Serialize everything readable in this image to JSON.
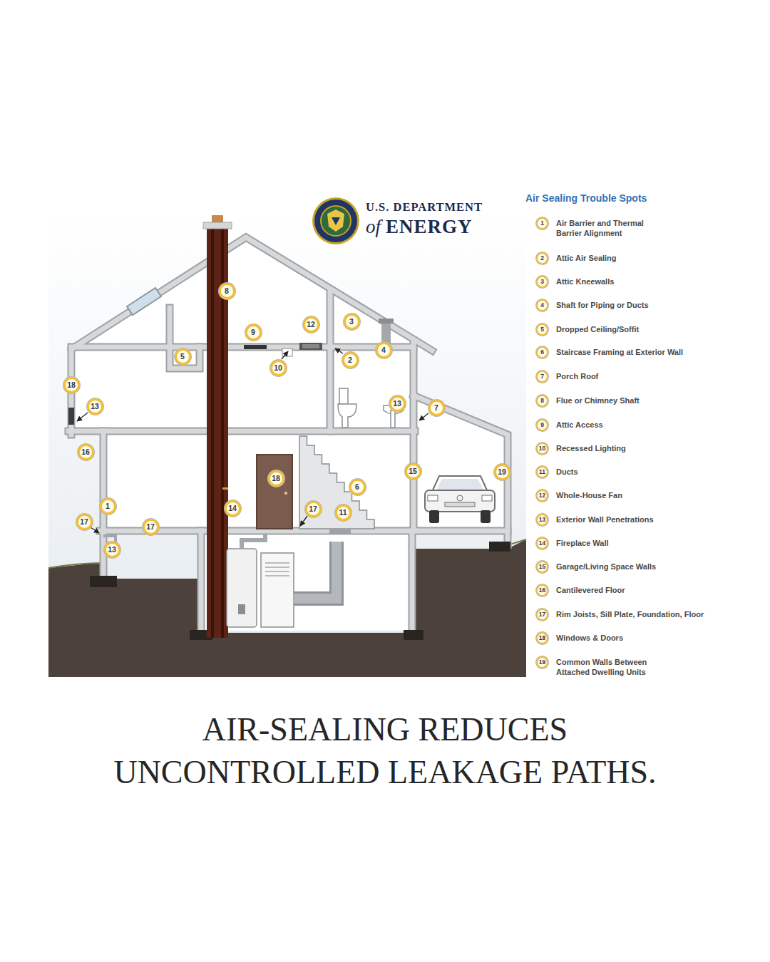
{
  "diagram": {
    "title": "Air Sealing Trouble Spots",
    "caption": "AIR-SEALING REDUCES UNCONTROLLED LEAKAGE PATHS.",
    "nodes": [
      {
        "text": [
          "8"
        ]
      },
      {
        "text": [
          "12"
        ]
      },
      {
        "text": [
          "3"
        ]
      },
      {
        "text": [
          "9"
        ]
      },
      {
        "text": [
          "4"
        ]
      },
      {
        "text": [
          "5"
        ]
      },
      {
        "text": [
          "2"
        ]
      },
      {
        "text": [
          "10"
        ]
      },
      {
        "text": [
          "18"
        ]
      },
      {
        "text": [
          "13"
        ]
      },
      {
        "text": [
          "13"
        ]
      },
      {
        "text": [
          "7"
        ]
      },
      {
        "text": [
          "16"
        ]
      },
      {
        "text": [
          "15"
        ]
      },
      {
        "text": [
          "19"
        ]
      },
      {
        "text": [
          "18"
        ]
      },
      {
        "text": [
          "6"
        ]
      },
      {
        "text": [
          "1"
        ]
      },
      {
        "text": [
          "14"
        ]
      },
      {
        "text": [
          "17"
        ]
      },
      {
        "text": [
          "11"
        ]
      },
      {
        "text": [
          "17"
        ]
      },
      {
        "text": [
          "17"
        ]
      },
      {
        "text": [
          "13"
        ]
      },
      {
        "text": [
          "1",
          "Air Barrier and Thermal Barrier Alignment"
        ]
      },
      {
        "text": [
          "2",
          "Attic Air Sealing"
        ]
      },
      {
        "text": [
          "3",
          "Attic Kneewalls"
        ]
      },
      {
        "text": [
          "4",
          "Shaft for Piping or Ducts"
        ]
      },
      {
        "text": [
          "5",
          "Dropped Ceiling/Soffit"
        ]
      },
      {
        "text": [
          "6",
          "Staircase Framing at Exterior Wall"
        ]
      },
      {
        "text": [
          "7",
          "Porch Roof"
        ]
      },
      {
        "text": [
          "8",
          "Flue or Chimney Shaft"
        ]
      },
      {
        "text": [
          "9",
          "Attic Access"
        ]
      },
      {
        "text": [
          "10",
          "Recessed Lighting"
        ]
      },
      {
        "text": [
          "11",
          "Ducts"
        ]
      },
      {
        "text": [
          "12",
          "Whole-House Fan"
        ]
      },
      {
        "text": [
          "13",
          "Exterior Wall Penetrations"
        ]
      },
      {
        "text": [
          "14",
          "Fireplace Wall"
        ]
      },
      {
        "text": [
          "15",
          "Garage/Living Space Walls"
        ]
      },
      {
        "text": [
          "16",
          "Cantilevered Floor"
        ]
      },
      {
        "text": [
          "17",
          "Rim Joists, Sill Plate, Foundation, Floor"
        ]
      },
      {
        "text": [
          "18",
          "Windows & Doors"
        ]
      },
      {
        "text": [
          "19",
          "Common Walls Between Attached Dwelling Units"
        ]
      }
    ],
    "labels": [
      "U.S. DEPARTMENT",
      "of",
      "ENERGY"
    ]
  }
}
